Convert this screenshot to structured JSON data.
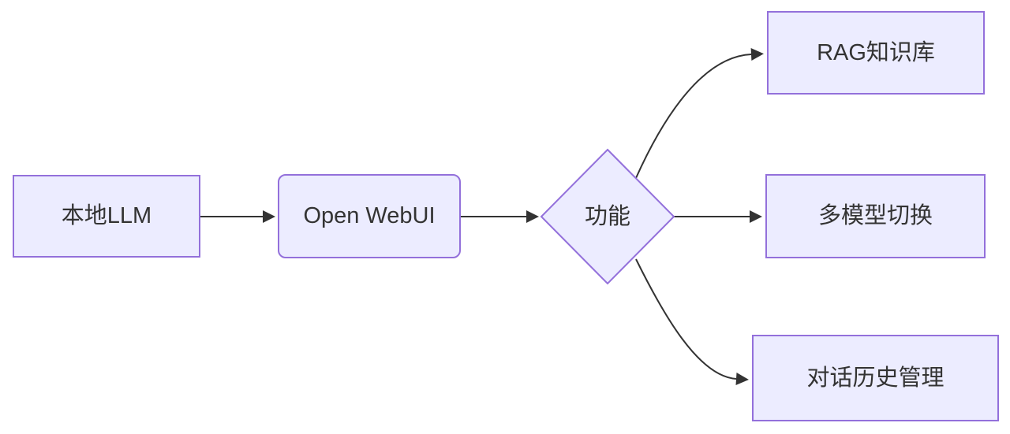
{
  "diagram": {
    "type": "flowchart",
    "direction": "left-to-right",
    "nodes": [
      {
        "id": "local-llm",
        "label": "本地LLM",
        "shape": "rectangle"
      },
      {
        "id": "open-webui",
        "label": "Open WebUI",
        "shape": "rounded-rectangle"
      },
      {
        "id": "features",
        "label": "功能",
        "shape": "diamond"
      },
      {
        "id": "rag",
        "label": "RAG知识库",
        "shape": "rectangle"
      },
      {
        "id": "multi-model",
        "label": "多模型切换",
        "shape": "rectangle"
      },
      {
        "id": "chat-history",
        "label": "对话历史管理",
        "shape": "rectangle"
      }
    ],
    "edges": [
      {
        "from": "本地LLM",
        "to": "Open WebUI",
        "style": "straight-arrow"
      },
      {
        "from": "Open WebUI",
        "to": "功能",
        "style": "straight-arrow"
      },
      {
        "from": "功能",
        "to": "RAG知识库",
        "style": "curved-arrow-up"
      },
      {
        "from": "功能",
        "to": "多模型切换",
        "style": "straight-arrow"
      },
      {
        "from": "功能",
        "to": "对话历史管理",
        "style": "curved-arrow-down"
      }
    ],
    "colors": {
      "node_fill": "#ECECFF",
      "node_border": "#9370DB",
      "edge_stroke": "#333333",
      "text": "#333333",
      "background": "#FFFFFF"
    }
  }
}
